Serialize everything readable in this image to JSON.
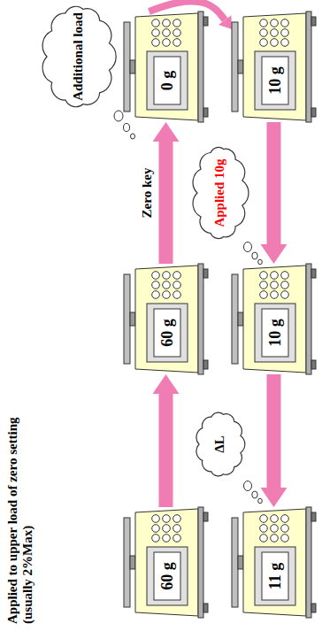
{
  "diagram": {
    "nodes": [
      {
        "text": [
          "60 g"
        ]
      },
      {
        "text": [
          "60 g"
        ]
      },
      {
        "text": [
          "Additional load"
        ]
      },
      {
        "text": [
          "0 g"
        ]
      },
      {
        "text": [
          "Applied 10g"
        ]
      },
      {
        "text": [
          "10 g"
        ]
      },
      {
        "text": [
          "10 g"
        ]
      },
      {
        "text": [
          "ΔL"
        ]
      },
      {
        "text": [
          "11 g"
        ]
      }
    ],
    "edges": [
      {
        "from": 0,
        "to": 1,
        "arrow": "to"
      },
      {
        "from": 1,
        "to": 3,
        "label": "Zero key",
        "arrow": "to"
      },
      {
        "from": 3,
        "to": 5,
        "arrow": "to"
      },
      {
        "from": 5,
        "to": 6,
        "arrow": "to"
      },
      {
        "from": 6,
        "to": 8,
        "arrow": "to"
      }
    ],
    "labels": [
      "Applied to upper load of zero setting (usually 2%Max)"
    ]
  }
}
